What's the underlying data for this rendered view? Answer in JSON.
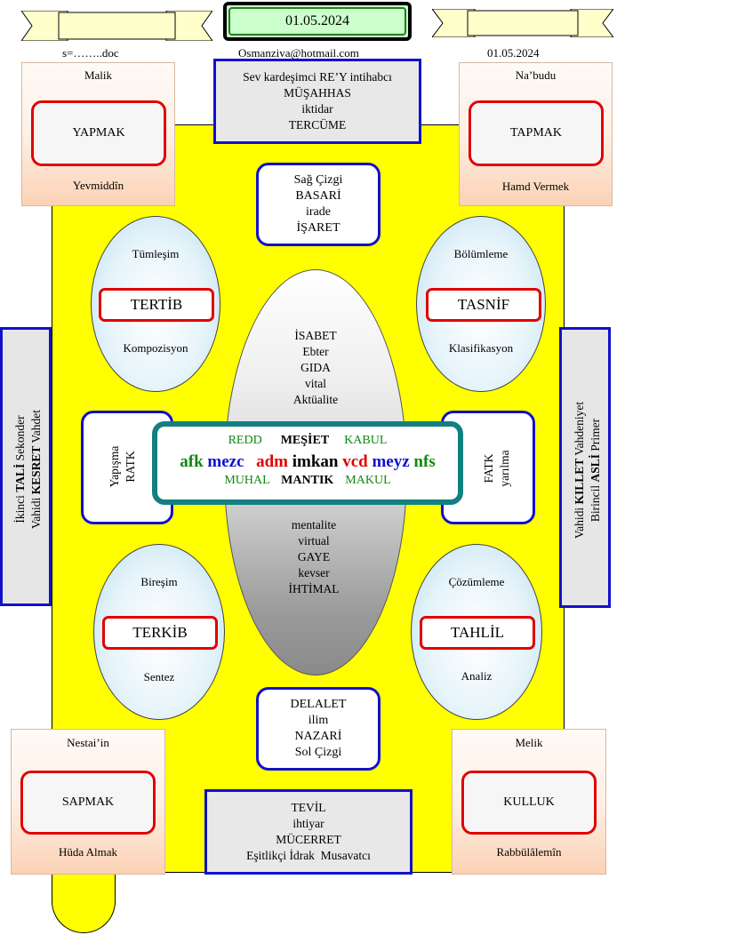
{
  "header": {
    "date_box": "01.05.2024",
    "email": "Osmanziva@hotmail.com",
    "left_note": "s=……..doc",
    "right_date": "01.05.2024"
  },
  "corners": {
    "top_left": {
      "title": "Malik",
      "box": "YAPMAK",
      "footer": "Yevmiddîn"
    },
    "top_right": {
      "title": "Na’budu",
      "box": "TAPMAK",
      "footer": "Hamd Vermek"
    },
    "bottom_left": {
      "title": "Nestai’in",
      "box": "SAPMAK",
      "footer": "Hüda Almak"
    },
    "bottom_right": {
      "title": "Melik",
      "box": "KULLUK",
      "footer": "Rabbülâlemîn"
    }
  },
  "top_box": {
    "lines": [
      "Sev kardeşimci RE’Y intihabcı",
      "MÜŞAHHAS",
      "iktidar",
      "TERCÜME"
    ]
  },
  "upper_box": {
    "lines": [
      "Sağ Çizgi",
      "BASARİ",
      "irade",
      "İŞARET"
    ]
  },
  "lower_box": {
    "lines": [
      "DELALET",
      "ilim",
      "NAZARİ",
      "Sol Çizgi"
    ]
  },
  "bottom_box": {
    "lines": [
      "TEVİL",
      "ihtiyar",
      "MÜCERRET",
      "Eşitlikçi İdrak  Musavatcı"
    ]
  },
  "ovals": {
    "upper_left": {
      "top": "Tümleşim",
      "box": "TERTİB",
      "bottom": "Kompozisyon"
    },
    "upper_right": {
      "top": "Bölümleme",
      "box": "TASNİF",
      "bottom": "Klasifikasyon"
    },
    "lower_left": {
      "top": "Bireşim",
      "box": "TERKİB",
      "bottom": "Sentez"
    },
    "lower_right": {
      "top": "Çözümleme",
      "box": "TAHLİL",
      "bottom": "Analiz"
    }
  },
  "big_oval": {
    "upper_lines": [
      "İSABET",
      "Ebter",
      "GIDA",
      "vital",
      "Aktüalite"
    ],
    "lower_lines": [
      "mentalite",
      "virtual",
      "GAYE",
      "kevser",
      "İHTİMAL"
    ]
  },
  "center": {
    "row1": {
      "left": "REDD",
      "mid": "MEŞİET",
      "right": "KABUL"
    },
    "row2": {
      "w1": "afk",
      "w2": "mezc",
      "w3": "adm",
      "w4": "imkan",
      "w5": "vcd",
      "w6": "meyz",
      "w7": "nfs"
    },
    "row3": {
      "left": "MUHAL",
      "mid": "MANTIK",
      "right": "MAKUL"
    }
  },
  "left_mid_box": {
    "line1": "Yapışma",
    "line2": "RATK"
  },
  "right_mid_box": {
    "line1": "FATK",
    "line2": "yarılma"
  },
  "left_side": {
    "l1a": "İkinci ",
    "l1b": "TALİ",
    "l1c": " Sekonder",
    "l2a": "Vahidi ",
    "l2b": "KESRET",
    "l2c": " Vahdet"
  },
  "right_side": {
    "l1a": "Vahidi ",
    "l1b": "KILLET",
    "l1c": " Vahdeniyet",
    "l2a": "Birincil ",
    "l2b": "ASLİ",
    "l2c": " Primer"
  },
  "colors": {
    "yellow": "#ffff00",
    "blue_border": "#1111cc",
    "red_border": "#e00000",
    "teal_border": "#128080",
    "green": "#118811"
  }
}
